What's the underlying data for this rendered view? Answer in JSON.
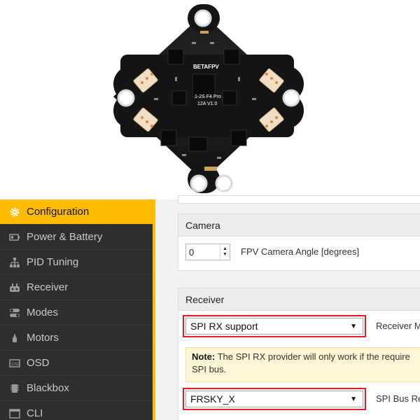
{
  "board": {
    "brand": "BETAFPV",
    "model_line1": "1-2S F4 Pro",
    "model_line2": "12A V1.0",
    "plus_sign": "+",
    "minus_sign": "−"
  },
  "sidebar": {
    "items": [
      {
        "label": "Configuration",
        "icon": "gear-icon",
        "active": true
      },
      {
        "label": "Power & Battery",
        "icon": "battery-icon",
        "active": false
      },
      {
        "label": "PID Tuning",
        "icon": "sitemap-icon",
        "active": false
      },
      {
        "label": "Receiver",
        "icon": "receiver-icon",
        "active": false
      },
      {
        "label": "Modes",
        "icon": "toggle-icon",
        "active": false
      },
      {
        "label": "Motors",
        "icon": "motor-icon",
        "active": false
      },
      {
        "label": "OSD",
        "icon": "osd-icon",
        "active": false
      },
      {
        "label": "Blackbox",
        "icon": "blackbox-icon",
        "active": false
      },
      {
        "label": "CLI",
        "icon": "terminal-icon",
        "active": false
      }
    ]
  },
  "camera": {
    "title": "Camera",
    "angle_value": "0",
    "angle_label": "FPV Camera Angle [degrees]"
  },
  "receiver": {
    "title": "Receiver",
    "mode_value": "SPI RX support",
    "mode_label": "Receiver M",
    "note_strong": "Note:",
    "note_text": " The SPI RX provider will only work if the require",
    "note_text2": "SPI bus.",
    "provider_value": "FRSKY_X",
    "provider_label": "SPI Bus Re"
  },
  "colors": {
    "accent": "#ffbb00",
    "highlight": "#e31e24",
    "sidebar_bg": "#2e2e2e"
  }
}
